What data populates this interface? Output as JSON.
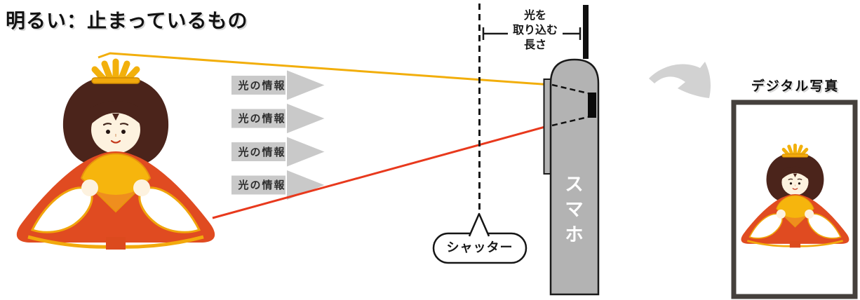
{
  "title": "明るい：止まっているもの",
  "light_info_arrows": {
    "labels": [
      "光の情報",
      "光の情報",
      "光の情報",
      "光の情報"
    ]
  },
  "exposure": {
    "label": "光を取り込む長さ",
    "lines": [
      "光を",
      "取り込む",
      "長さ"
    ]
  },
  "shutter": {
    "label": "シャッター"
  },
  "phone": {
    "label": "スマホ"
  },
  "photo": {
    "label": "デジタル写真"
  },
  "subject_icon": "hina-doll",
  "colors": {
    "ray_yellow": "#f2ae0b",
    "ray_red": "#e8391d",
    "info_arrow_gray": "#c9c9c9",
    "phone_gray": "#b3b3b3",
    "sensor_black": "#0a0a0a",
    "doll_red": "#e04b21",
    "doll_gold": "#f2a90c",
    "hair_brown": "#4b241b",
    "transform_arrow_gray": "#d2d2d2",
    "frame_border": "#45403c"
  }
}
